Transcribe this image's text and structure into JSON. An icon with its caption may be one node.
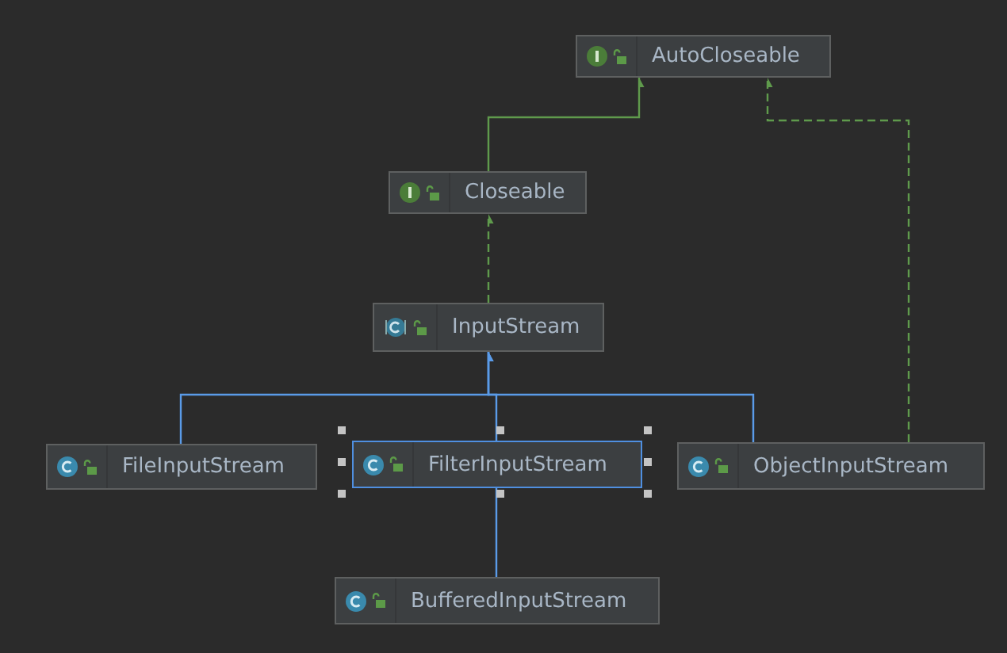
{
  "diagram": {
    "nodes": [
      {
        "text": [
          "AutoCloseable"
        ]
      },
      {
        "text": [
          "Closeable"
        ]
      },
      {
        "text": [
          "InputStream"
        ]
      },
      {
        "text": [
          "FileInputStream"
        ]
      },
      {
        "text": [
          "FilterInputStream"
        ]
      },
      {
        "text": [
          "ObjectInputStream"
        ]
      },
      {
        "text": [
          "BufferedInputStream"
        ]
      }
    ],
    "edges": [
      {
        "from": 1,
        "to": 0,
        "arrow": "to",
        "color": "#5f9a4c"
      },
      {
        "from": 2,
        "to": 1,
        "arrow": "to",
        "style": "dashed",
        "color": "#5f9a4c"
      },
      {
        "from": 5,
        "to": 0,
        "arrow": "to",
        "style": "dashed",
        "color": "#5f9a4c"
      },
      {
        "from": 3,
        "to": 2,
        "arrow": "to"
      },
      {
        "from": 4,
        "to": 2,
        "arrow": "to"
      },
      {
        "from": 5,
        "to": 2,
        "arrow": "to"
      },
      {
        "from": 6,
        "to": 4,
        "arrow": "to"
      }
    ]
  }
}
